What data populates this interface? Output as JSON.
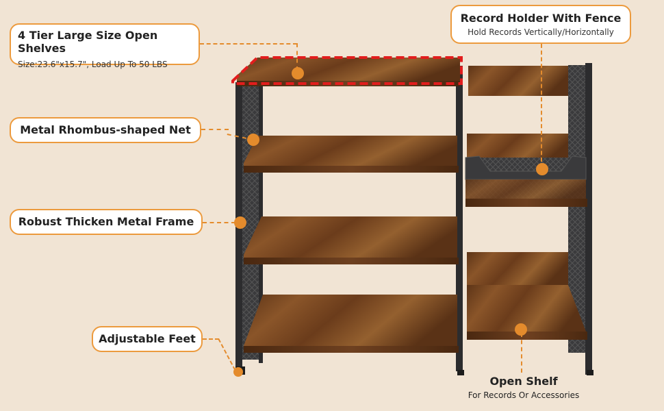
{
  "callouts": {
    "tier": {
      "title": "4 Tier Large Size Open Shelves",
      "subtitle": "Size:23.6\"x15.7\", Load Up To 50 LBS"
    },
    "net": {
      "title": "Metal Rhombus-shaped Net"
    },
    "frame": {
      "title": "Robust Thicken Metal Frame"
    },
    "feet": {
      "title": "Adjustable Feet"
    },
    "record": {
      "title": "Record Holder With Fence",
      "subtitle": "Hold Records Vertically/Horizontally"
    },
    "open": {
      "title": "Open Shelf",
      "subtitle": "For Records Or Accessories"
    }
  },
  "colors": {
    "accent": "#e48b2c",
    "background": "#f1e4d4",
    "wood": "#7a4a25",
    "metal": "#2e2e30"
  }
}
